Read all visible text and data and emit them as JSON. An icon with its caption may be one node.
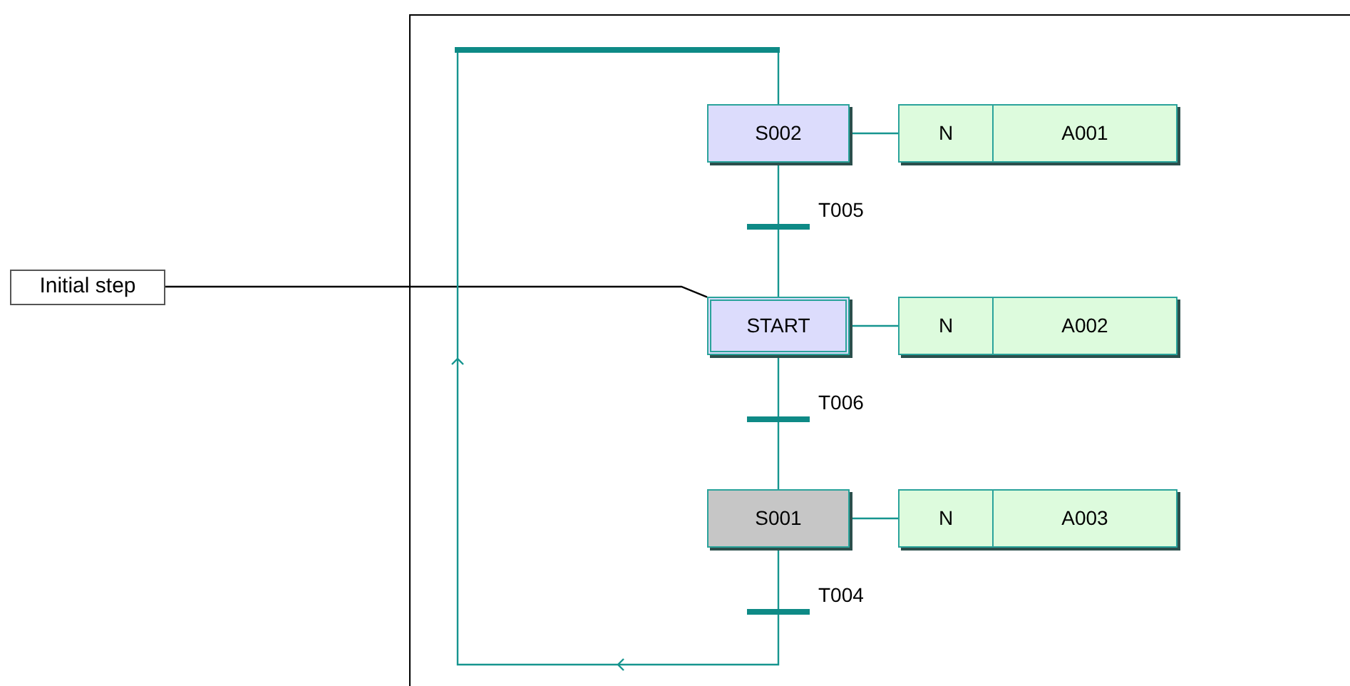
{
  "diagram": {
    "nodes": [
      {
        "text": [],
        "shape": "bar"
      },
      {
        "text": [
          "S002"
        ]
      },
      {
        "text": [
          "N",
          "A001"
        ]
      },
      {
        "text": [],
        "shape": "bar",
        "beside": [
          "T005"
        ]
      },
      {
        "text": [
          "Initial step"
        ]
      },
      {
        "text": [
          "START"
        ]
      },
      {
        "text": [
          "N",
          "A002"
        ]
      },
      {
        "text": [],
        "shape": "bar",
        "beside": [
          "T006"
        ]
      },
      {
        "text": [
          "S001"
        ]
      },
      {
        "text": [
          "N",
          "A003"
        ]
      },
      {
        "text": [],
        "shape": "bar",
        "beside": [
          "T004"
        ]
      }
    ],
    "edges": [
      {
        "from": 0,
        "to": 1,
        "arrow": "none"
      },
      {
        "from": 1,
        "to": 2,
        "arrow": "none"
      },
      {
        "from": 1,
        "to": 3,
        "arrow": "none"
      },
      {
        "from": 3,
        "to": 5,
        "arrow": "none"
      },
      {
        "from": 4,
        "to": 5,
        "arrow": "none",
        "color": "#000000"
      },
      {
        "from": 5,
        "to": 6,
        "arrow": "none"
      },
      {
        "from": 5,
        "to": 7,
        "arrow": "none"
      },
      {
        "from": 7,
        "to": 8,
        "arrow": "none"
      },
      {
        "from": 8,
        "to": 9,
        "arrow": "none"
      },
      {
        "from": 8,
        "to": 10,
        "arrow": "none"
      },
      {
        "from": 10,
        "to": 0,
        "arrow": "to"
      }
    ]
  }
}
